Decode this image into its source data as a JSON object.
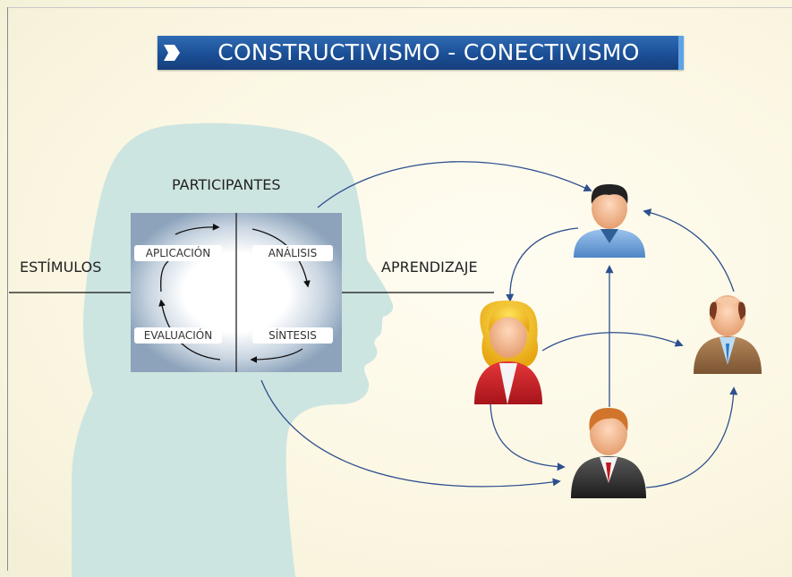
{
  "title": "CONSTRUCTIVISMO - CONECTIVISMO",
  "labels": {
    "participantes": "PARTICIPANTES",
    "estimulos": "ESTÍMULOS",
    "aprendizaje": "APRENDIZAJE"
  },
  "cycle": {
    "aplicacion": "APLICACIÓN",
    "analisis": "ANÁLISIS",
    "evaluacion": "EVALUACIÓN",
    "sintesis": "SÍNTESIS"
  },
  "colors": {
    "title_bar": "#1b4f96",
    "head_silhouette": "#cde5e1",
    "cycle_box": "#8ca3bb",
    "arrows": "#2d4f8e"
  },
  "icons": [
    "head-silhouette-icon",
    "man-blue-shirt-icon",
    "woman-red-jacket-icon",
    "man-dark-suit-icon",
    "bald-man-brown-suit-icon"
  ]
}
